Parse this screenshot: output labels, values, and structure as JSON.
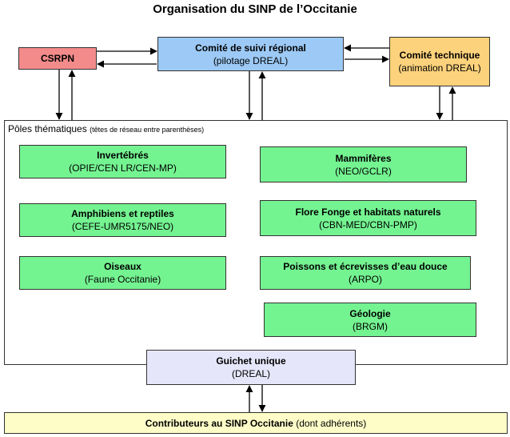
{
  "title": "Organisation du SINP de l’Occitanie",
  "csrpn": {
    "name": "CSRPN"
  },
  "comite_suivi": {
    "name": "Comité de suivi régional",
    "sub": "(pilotage DREAL)"
  },
  "comite_technique": {
    "name": "Comité technique",
    "sub": "(animation DREAL)"
  },
  "poles": {
    "label": "Pôles thématiques",
    "note": "(têtes de réseau entre parenthèses)",
    "items": [
      {
        "name": "Invertébrés",
        "sub": "(OPIE/CEN LR/CEN-MP)"
      },
      {
        "name": "Amphibiens et reptiles",
        "sub": "(CEFE-UMR5175/NEO)"
      },
      {
        "name": "Oiseaux",
        "sub": "(Faune Occitanie)"
      },
      {
        "name": "Mammifères",
        "sub": "(NEO/GCLR)"
      },
      {
        "name": "Flore Fonge et habitats naturels",
        "sub": "(CBN-MED/CBN-PMP)"
      },
      {
        "name": "Poissons et écrevisses d’eau douce",
        "sub": "(ARPO)"
      },
      {
        "name": "Géologie",
        "sub": "(BRGM)"
      }
    ]
  },
  "guichet": {
    "name": "Guichet unique",
    "sub": "(DREAL)"
  },
  "contributeurs": {
    "name": "Contributeurs au SINP Occitanie",
    "sub": "(dont adhérents)"
  },
  "colors": {
    "csrpn": "#f38b8b",
    "comite_suivi": "#9cc9f5",
    "comite_technique": "#fdd27c",
    "pole": "#74f391",
    "guichet": "#e6e6fb",
    "contributeurs": "#fefdc8"
  }
}
